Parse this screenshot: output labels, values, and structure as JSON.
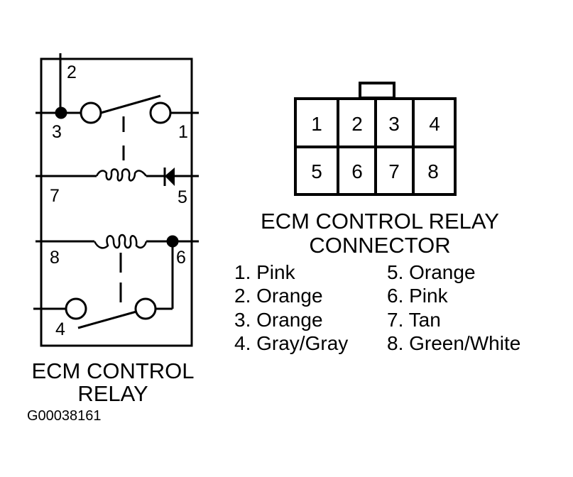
{
  "relay": {
    "title_line1": "ECM CONTROL",
    "title_line2": "RELAY",
    "pin_labels": {
      "p1": "1",
      "p2": "2",
      "p3": "3",
      "p4": "4",
      "p5": "5",
      "p6": "6",
      "p7": "7",
      "p8": "8"
    }
  },
  "connector": {
    "title_line1": "ECM CONTROL RELAY",
    "title_line2": "CONNECTOR",
    "cavities": [
      "1",
      "2",
      "3",
      "4",
      "5",
      "6",
      "7",
      "8"
    ]
  },
  "wire_colors": [
    {
      "text": "1. Pink"
    },
    {
      "text": "2. Orange"
    },
    {
      "text": "3. Orange"
    },
    {
      "text": "4. Gray/Gray"
    },
    {
      "text": "5. Orange"
    },
    {
      "text": "6. Pink"
    },
    {
      "text": "7. Tan"
    },
    {
      "text": "8. Green/White"
    }
  ],
  "figure_id": "G00038161"
}
